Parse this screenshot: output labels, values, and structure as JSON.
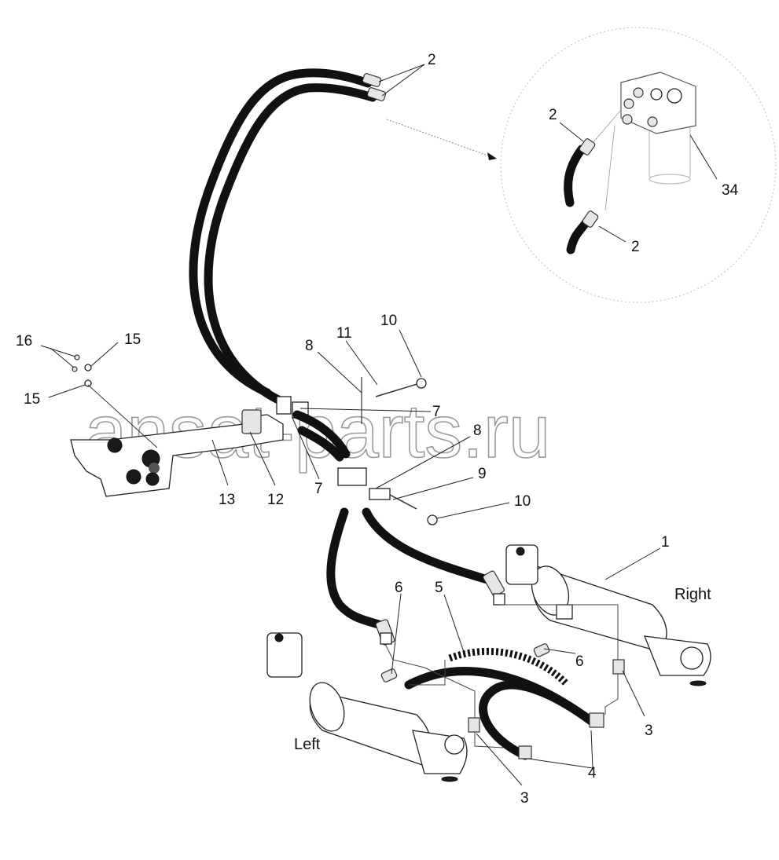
{
  "watermark": "ansat-parts.ru",
  "sides": {
    "right": "Right",
    "left": "Left"
  },
  "callouts": [
    {
      "id": "c-2-top",
      "text": "2"
    },
    {
      "id": "c-2-inset-a",
      "text": "2"
    },
    {
      "id": "c-2-inset-b",
      "text": "2"
    },
    {
      "id": "c-34",
      "text": "34"
    },
    {
      "id": "c-16",
      "text": "16"
    },
    {
      "id": "c-15-a",
      "text": "15"
    },
    {
      "id": "c-15-b",
      "text": "15"
    },
    {
      "id": "c-8-a",
      "text": "8"
    },
    {
      "id": "c-11",
      "text": "11"
    },
    {
      "id": "c-10-a",
      "text": "10"
    },
    {
      "id": "c-7-a",
      "text": "7"
    },
    {
      "id": "c-8-b",
      "text": "8"
    },
    {
      "id": "c-9",
      "text": "9"
    },
    {
      "id": "c-10-b",
      "text": "10"
    },
    {
      "id": "c-13",
      "text": "13"
    },
    {
      "id": "c-12",
      "text": "12"
    },
    {
      "id": "c-7-b",
      "text": "7"
    },
    {
      "id": "c-1",
      "text": "1"
    },
    {
      "id": "c-6-a",
      "text": "6"
    },
    {
      "id": "c-5",
      "text": "5"
    },
    {
      "id": "c-6-b",
      "text": "6"
    },
    {
      "id": "c-3-a",
      "text": "3"
    },
    {
      "id": "c-4",
      "text": "4"
    },
    {
      "id": "c-3-b",
      "text": "3"
    }
  ]
}
